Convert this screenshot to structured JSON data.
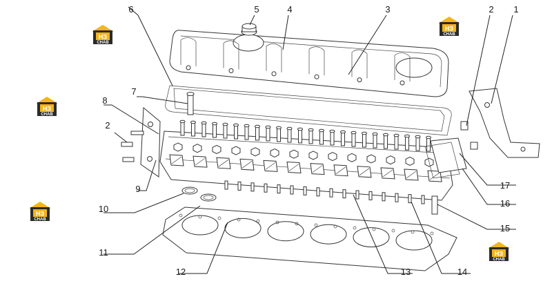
{
  "logo": {
    "mark": "HЗ",
    "sub": "CHAB",
    "colors": {
      "roof": "#f2b51c",
      "box": "#2a2a2a",
      "text": "#ffffff"
    }
  },
  "callouts": [
    "1",
    "2",
    "2",
    "3",
    "4",
    "5",
    "6",
    "7",
    "8",
    "9",
    "10",
    "11",
    "12",
    "13",
    "14",
    "15",
    "16",
    "17"
  ],
  "colors": {
    "line": "#333333",
    "background": "#ffffff"
  }
}
